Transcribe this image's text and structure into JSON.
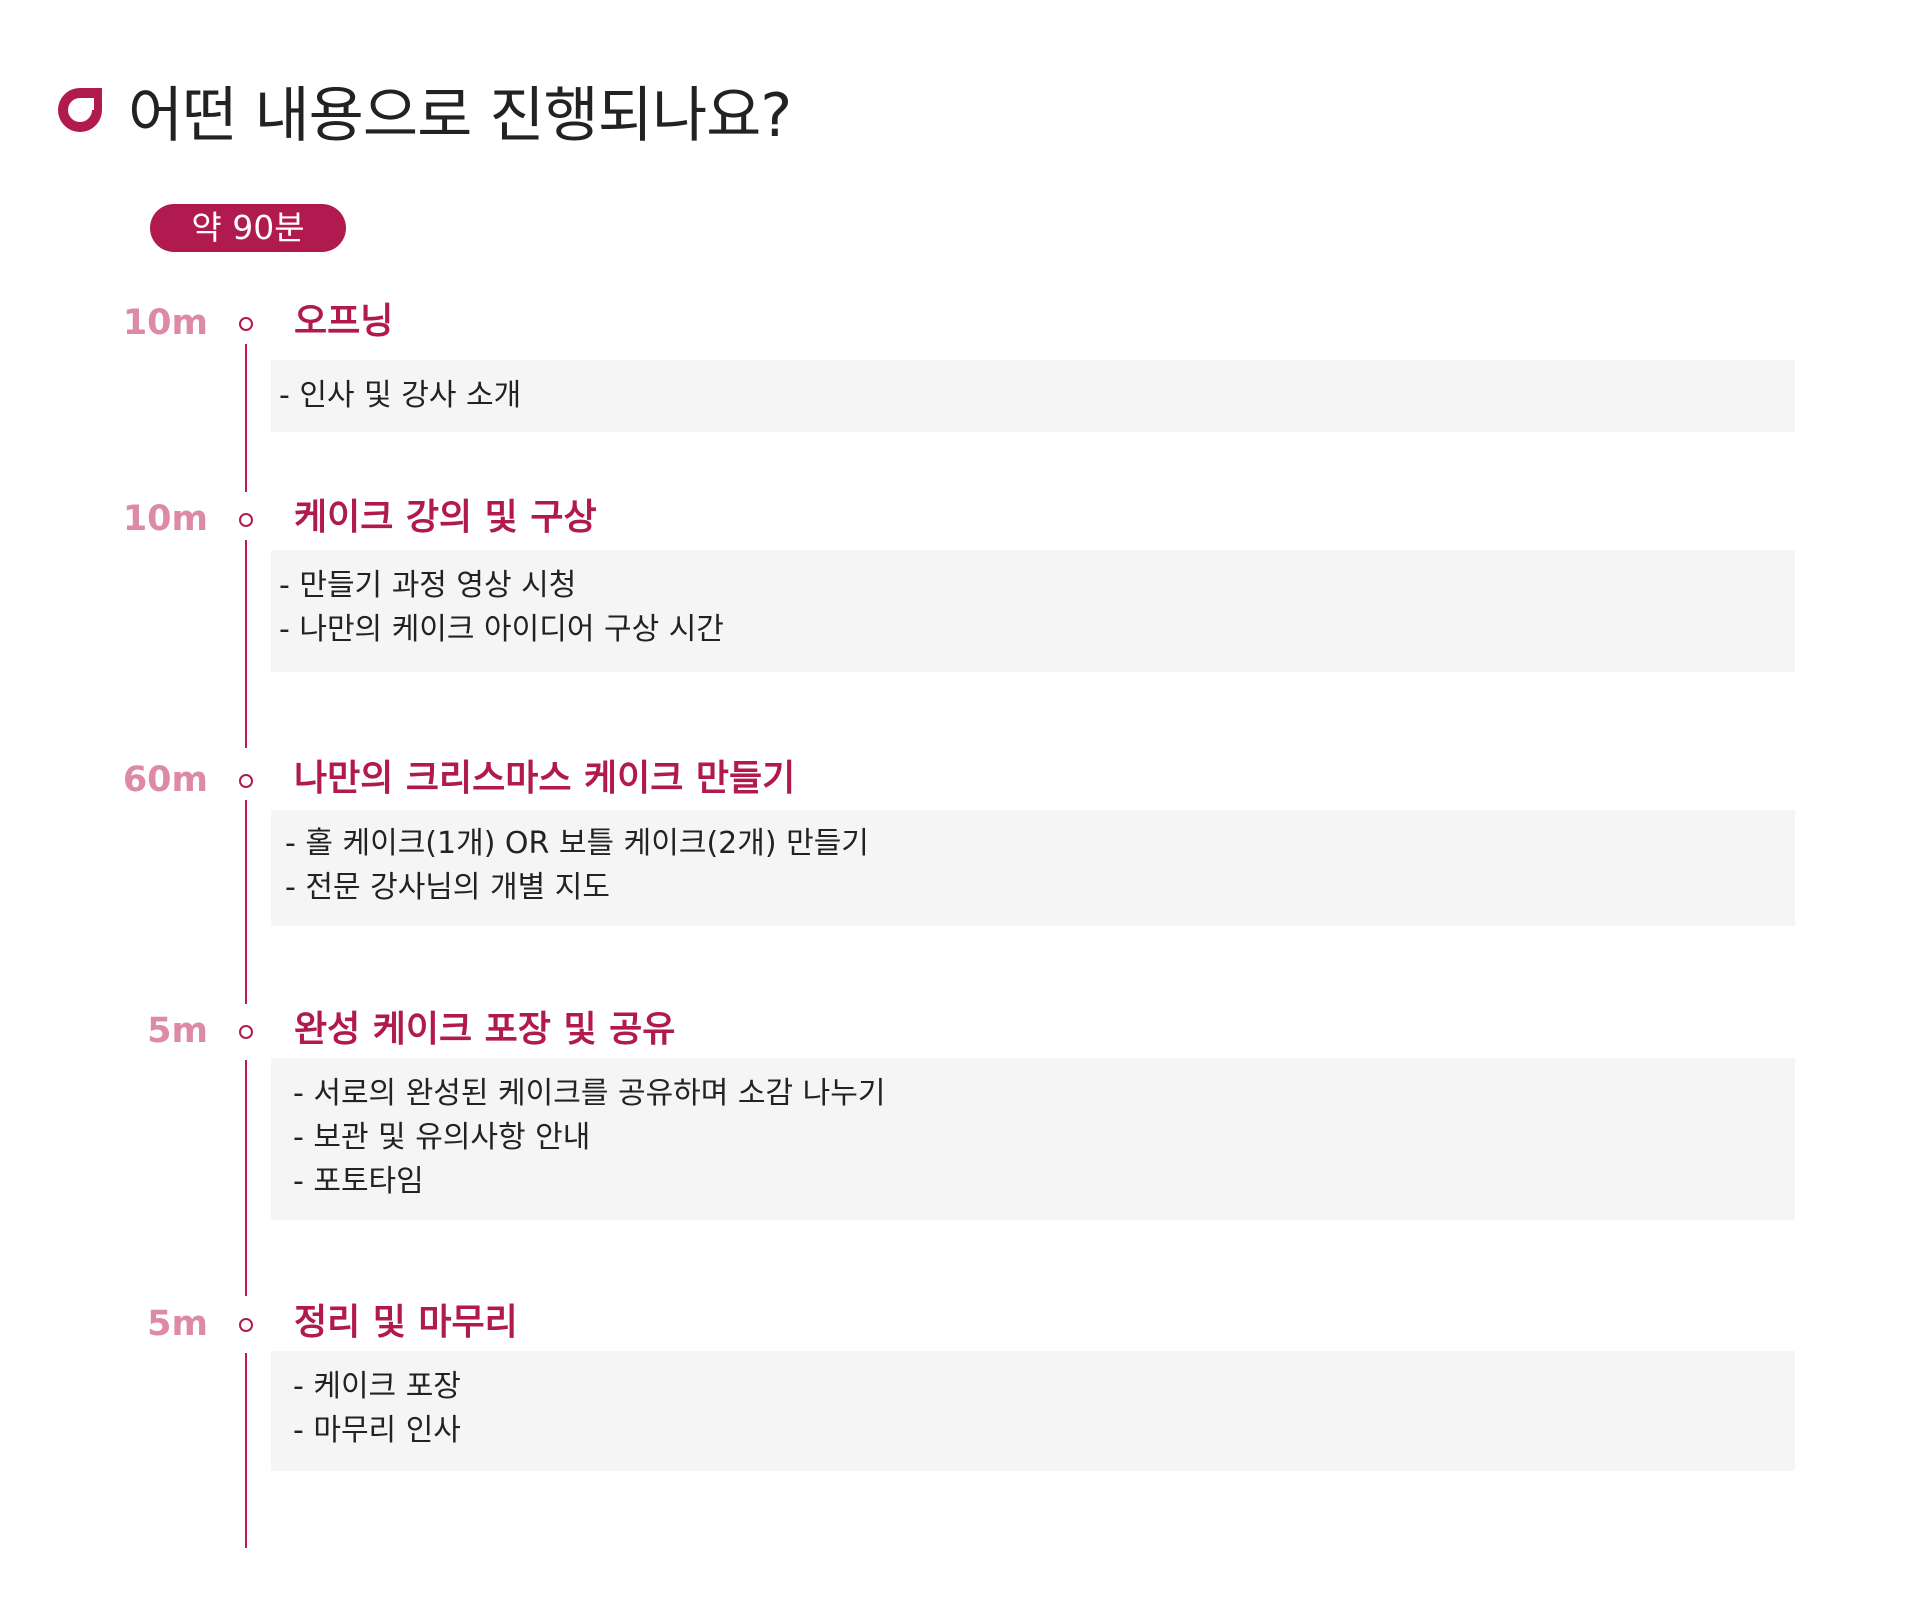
{
  "header": {
    "title": "어떤 내용으로 진행되나요?",
    "icon": "brand-logo-icon",
    "accent_color": "#b11a4f"
  },
  "duration_badge": "약 90분",
  "sections": [
    {
      "time": "10m",
      "title": "오프닝",
      "items": [
        "- 인사 및 강사 소개"
      ]
    },
    {
      "time": "10m",
      "title": "케이크 강의 및 구상",
      "items": [
        "- 만들기 과정 영상 시청",
        "- 나만의 케이크 아이디어 구상 시간"
      ]
    },
    {
      "time": "60m",
      "title": "나만의 크리스마스 케이크 만들기",
      "items": [
        "- 홀 케이크(1개) OR 보틀 케이크(2개) 만들기",
        "- 전문 강사님의 개별 지도"
      ]
    },
    {
      "time": "5m",
      "title": "완성 케이크 포장 및 공유",
      "items": [
        "- 서로의 완성된 케이크를 공유하며 소감 나누기",
        "- 보관 및 유의사항 안내",
        "- 포토타임"
      ]
    },
    {
      "time": "5m",
      "title": "정리 및 마무리",
      "items": [
        "- 케이크 포장",
        "- 마무리 인사"
      ]
    }
  ]
}
